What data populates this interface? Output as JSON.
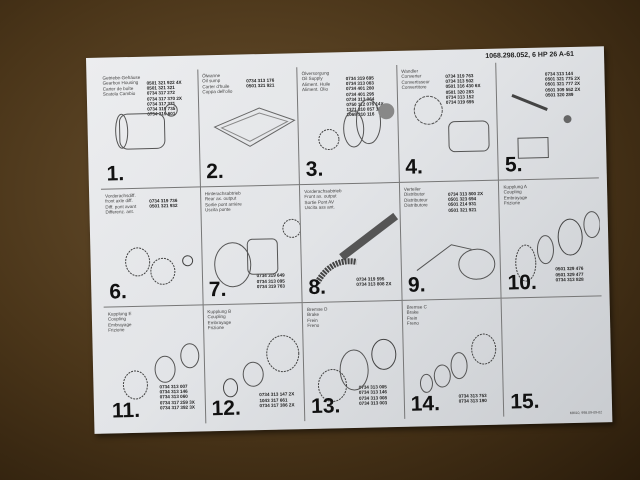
{
  "document_title": "1068.298.052, 6 HP 26 A-61",
  "footer_code": "MM10, 998.09-09-02",
  "cells": [
    {
      "number": "1.",
      "names": [
        "Getriebe-Gehäuse",
        "Gearbox Housing",
        "Carter de boîte",
        "Scatola Cambio"
      ],
      "parts": [
        "0501 321 922 4X",
        "0501 321 321",
        "0734 317 272",
        "0734 317 370 2X",
        "0734 317 371",
        "0734 319 735",
        "0734 319 601"
      ],
      "low": false
    },
    {
      "number": "2.",
      "names": [
        "Ölwanne",
        "Oil sump",
        "Carter d'huile",
        "Coppa dell'olio"
      ],
      "parts": [
        "0734 313 176",
        "0501 321 921"
      ],
      "low": false
    },
    {
      "number": "3.",
      "names": [
        "Ölversorgung",
        "Oil Supply",
        "Aliment. Huile",
        "Aliment. Olio"
      ],
      "parts": [
        "0734 319 695",
        "0734 313 083",
        "0734 401 280",
        "0734 401 295",
        "0734 313 064",
        "0750 112 076 14X",
        "1371 310 057 12X",
        "1068 310 116"
      ],
      "low": false
    },
    {
      "number": "4.",
      "names": [
        "Wandler",
        "Converter",
        "Convertisseur",
        "Convertitore"
      ],
      "parts": [
        "0734 319 763",
        "0734 313 502",
        "0501 316 430 6X",
        "0501 320 283",
        "0734 313 152",
        "0734 319 695"
      ],
      "low": false
    },
    {
      "number": "5.",
      "names": [],
      "parts": [
        "0734 313 144",
        "0501 321 775 2X",
        "0501 321 777 2X",
        "0501 309 552 2X",
        "0501 320 289"
      ],
      "low": false
    },
    {
      "number": "6.",
      "names": [
        "Vorderachsdiff.",
        "front axle diff.",
        "Diff. pont avant",
        "Differenz. ant."
      ],
      "parts": [
        "0734 319 736",
        "0501 321 932"
      ],
      "low": false
    },
    {
      "number": "7.",
      "names": [
        "Hinterachsabtrieb",
        "Rear ax. output",
        "Sortie pont arrière",
        "Uscita ponte"
      ],
      "parts": [
        "0734 319 649",
        "0734 313 095",
        "0734 319 763"
      ],
      "low": true
    },
    {
      "number": "8.",
      "names": [
        "Vorderachsabtrieb",
        "Front ax. output",
        "Sortie Pont AV",
        "Uscita ass ant."
      ],
      "parts": [
        "0734 319 595",
        "0734 313 808 2X"
      ],
      "low": true
    },
    {
      "number": "9.",
      "names": [
        "Verteiler",
        "Distributor",
        "Distributeur",
        "Distributore"
      ],
      "parts": [
        "0734 313 800 2X",
        "0501 323 694",
        "0501 214 931",
        "0501 321 921"
      ],
      "low": false
    },
    {
      "number": "10.",
      "names": [
        "Kupplung A",
        "Coupling",
        "Embrayage",
        "Frizione"
      ],
      "parts": [
        "0501 329 476",
        "0501 329 477",
        "0734 313 828"
      ],
      "low": true
    },
    {
      "number": "11.",
      "names": [
        "Kupplung E",
        "Coupling",
        "Embrayage",
        "Frizione"
      ],
      "parts": [
        "0734 313 007",
        "0734 313 146",
        "0734 313 060",
        "0734 317 259 3X",
        "0734 317 392 3X"
      ],
      "low": true
    },
    {
      "number": "12.",
      "names": [
        "Kupplung B",
        "Coupling",
        "Embrayage",
        "Frizione"
      ],
      "parts": [
        "0734 313 147 2X",
        "1043 317 661",
        "0734 317 386 2X"
      ],
      "low": true
    },
    {
      "number": "13.",
      "names": [
        "Bremse D",
        "Brake",
        "Frein",
        "Freno"
      ],
      "parts": [
        "0734 313 005",
        "0734 313 146",
        "0734 313 008",
        "0734 313 003"
      ],
      "low": true
    },
    {
      "number": "14.",
      "names": [
        "Bremse C",
        "Brake",
        "Frein",
        "Freno"
      ],
      "parts": [
        "0734 313 753",
        "0734 313 190"
      ],
      "low": true
    },
    {
      "number": "15.",
      "names": [],
      "parts": [],
      "low": true
    }
  ]
}
